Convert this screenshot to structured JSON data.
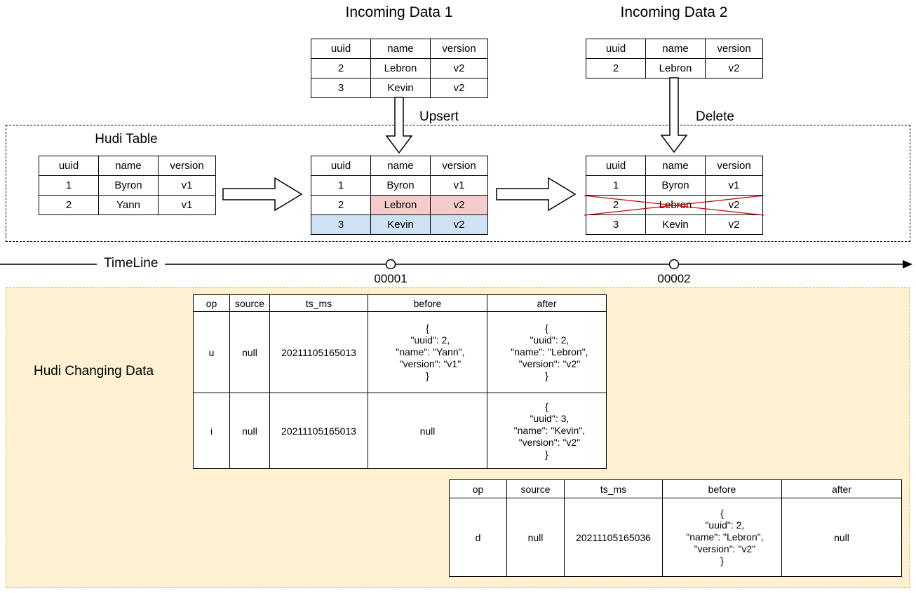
{
  "labels": {
    "incoming1_title": "Incoming Data 1",
    "incoming2_title": "Incoming Data 2",
    "upsert": "Upsert",
    "delete": "Delete",
    "hudi_table": "Hudi Table",
    "timeline": "TimeLine",
    "commit1": "00001",
    "commit2": "00002",
    "changing_data": "Hudi Changing Data"
  },
  "colors": {
    "update_highlight": "#f4cccc",
    "insert_highlight": "#cfe2f3",
    "delete_cross": "#cc0000",
    "changing_box_bg": "#fdf1d2",
    "changing_box_border": "#d8b865"
  },
  "tables": {
    "incoming1": {
      "headers": [
        "uuid",
        "name",
        "version"
      ],
      "rows": [
        [
          "2",
          "Lebron",
          "v2"
        ],
        [
          "3",
          "Kevin",
          "v2"
        ]
      ]
    },
    "incoming2": {
      "headers": [
        "uuid",
        "name",
        "version"
      ],
      "rows": [
        [
          "2",
          "Lebron",
          "v2"
        ]
      ]
    },
    "hudi1": {
      "headers": [
        "uuid",
        "name",
        "version"
      ],
      "rows": [
        [
          "1",
          "Byron",
          "v1"
        ],
        [
          "2",
          "Yann",
          "v1"
        ]
      ]
    },
    "hudi2": {
      "headers": [
        "uuid",
        "name",
        "version"
      ],
      "rows": [
        [
          "1",
          "Byron",
          "v1"
        ],
        [
          "2",
          "Lebron",
          "v2"
        ],
        [
          "3",
          "Kevin",
          "v2"
        ]
      ]
    },
    "hudi3": {
      "headers": [
        "uuid",
        "name",
        "version"
      ],
      "rows": [
        [
          "1",
          "Byron",
          "v1"
        ],
        [
          "2",
          "Lebron",
          "v2"
        ],
        [
          "3",
          "Kevin",
          "v2"
        ]
      ]
    },
    "cdc1": {
      "headers": [
        "op",
        "source",
        "ts_ms",
        "before",
        "after"
      ],
      "rows": [
        [
          "u",
          "null",
          "20211105165013",
          "{\n  \"uuid\": 2,\n  \"name\": \"Yann\",\n  \"version\": \"v1\"\n}",
          "{\n  \"uuid\": 2,\n  \"name\": \"Lebron\",\n  \"version\": \"v2\"\n}"
        ],
        [
          "i",
          "null",
          "20211105165013",
          "null",
          "{\n  \"uuid\": 3,\n  \"name\": \"Kevin\",\n  \"version\": \"v2\"\n}"
        ]
      ]
    },
    "cdc2": {
      "headers": [
        "op",
        "source",
        "ts_ms",
        "before",
        "after"
      ],
      "rows": [
        [
          "d",
          "null",
          "20211105165036",
          "{\n  \"uuid\": 2,\n  \"name\": \"Lebron\",\n  \"version\": \"v2\"\n}",
          "null"
        ]
      ]
    }
  }
}
